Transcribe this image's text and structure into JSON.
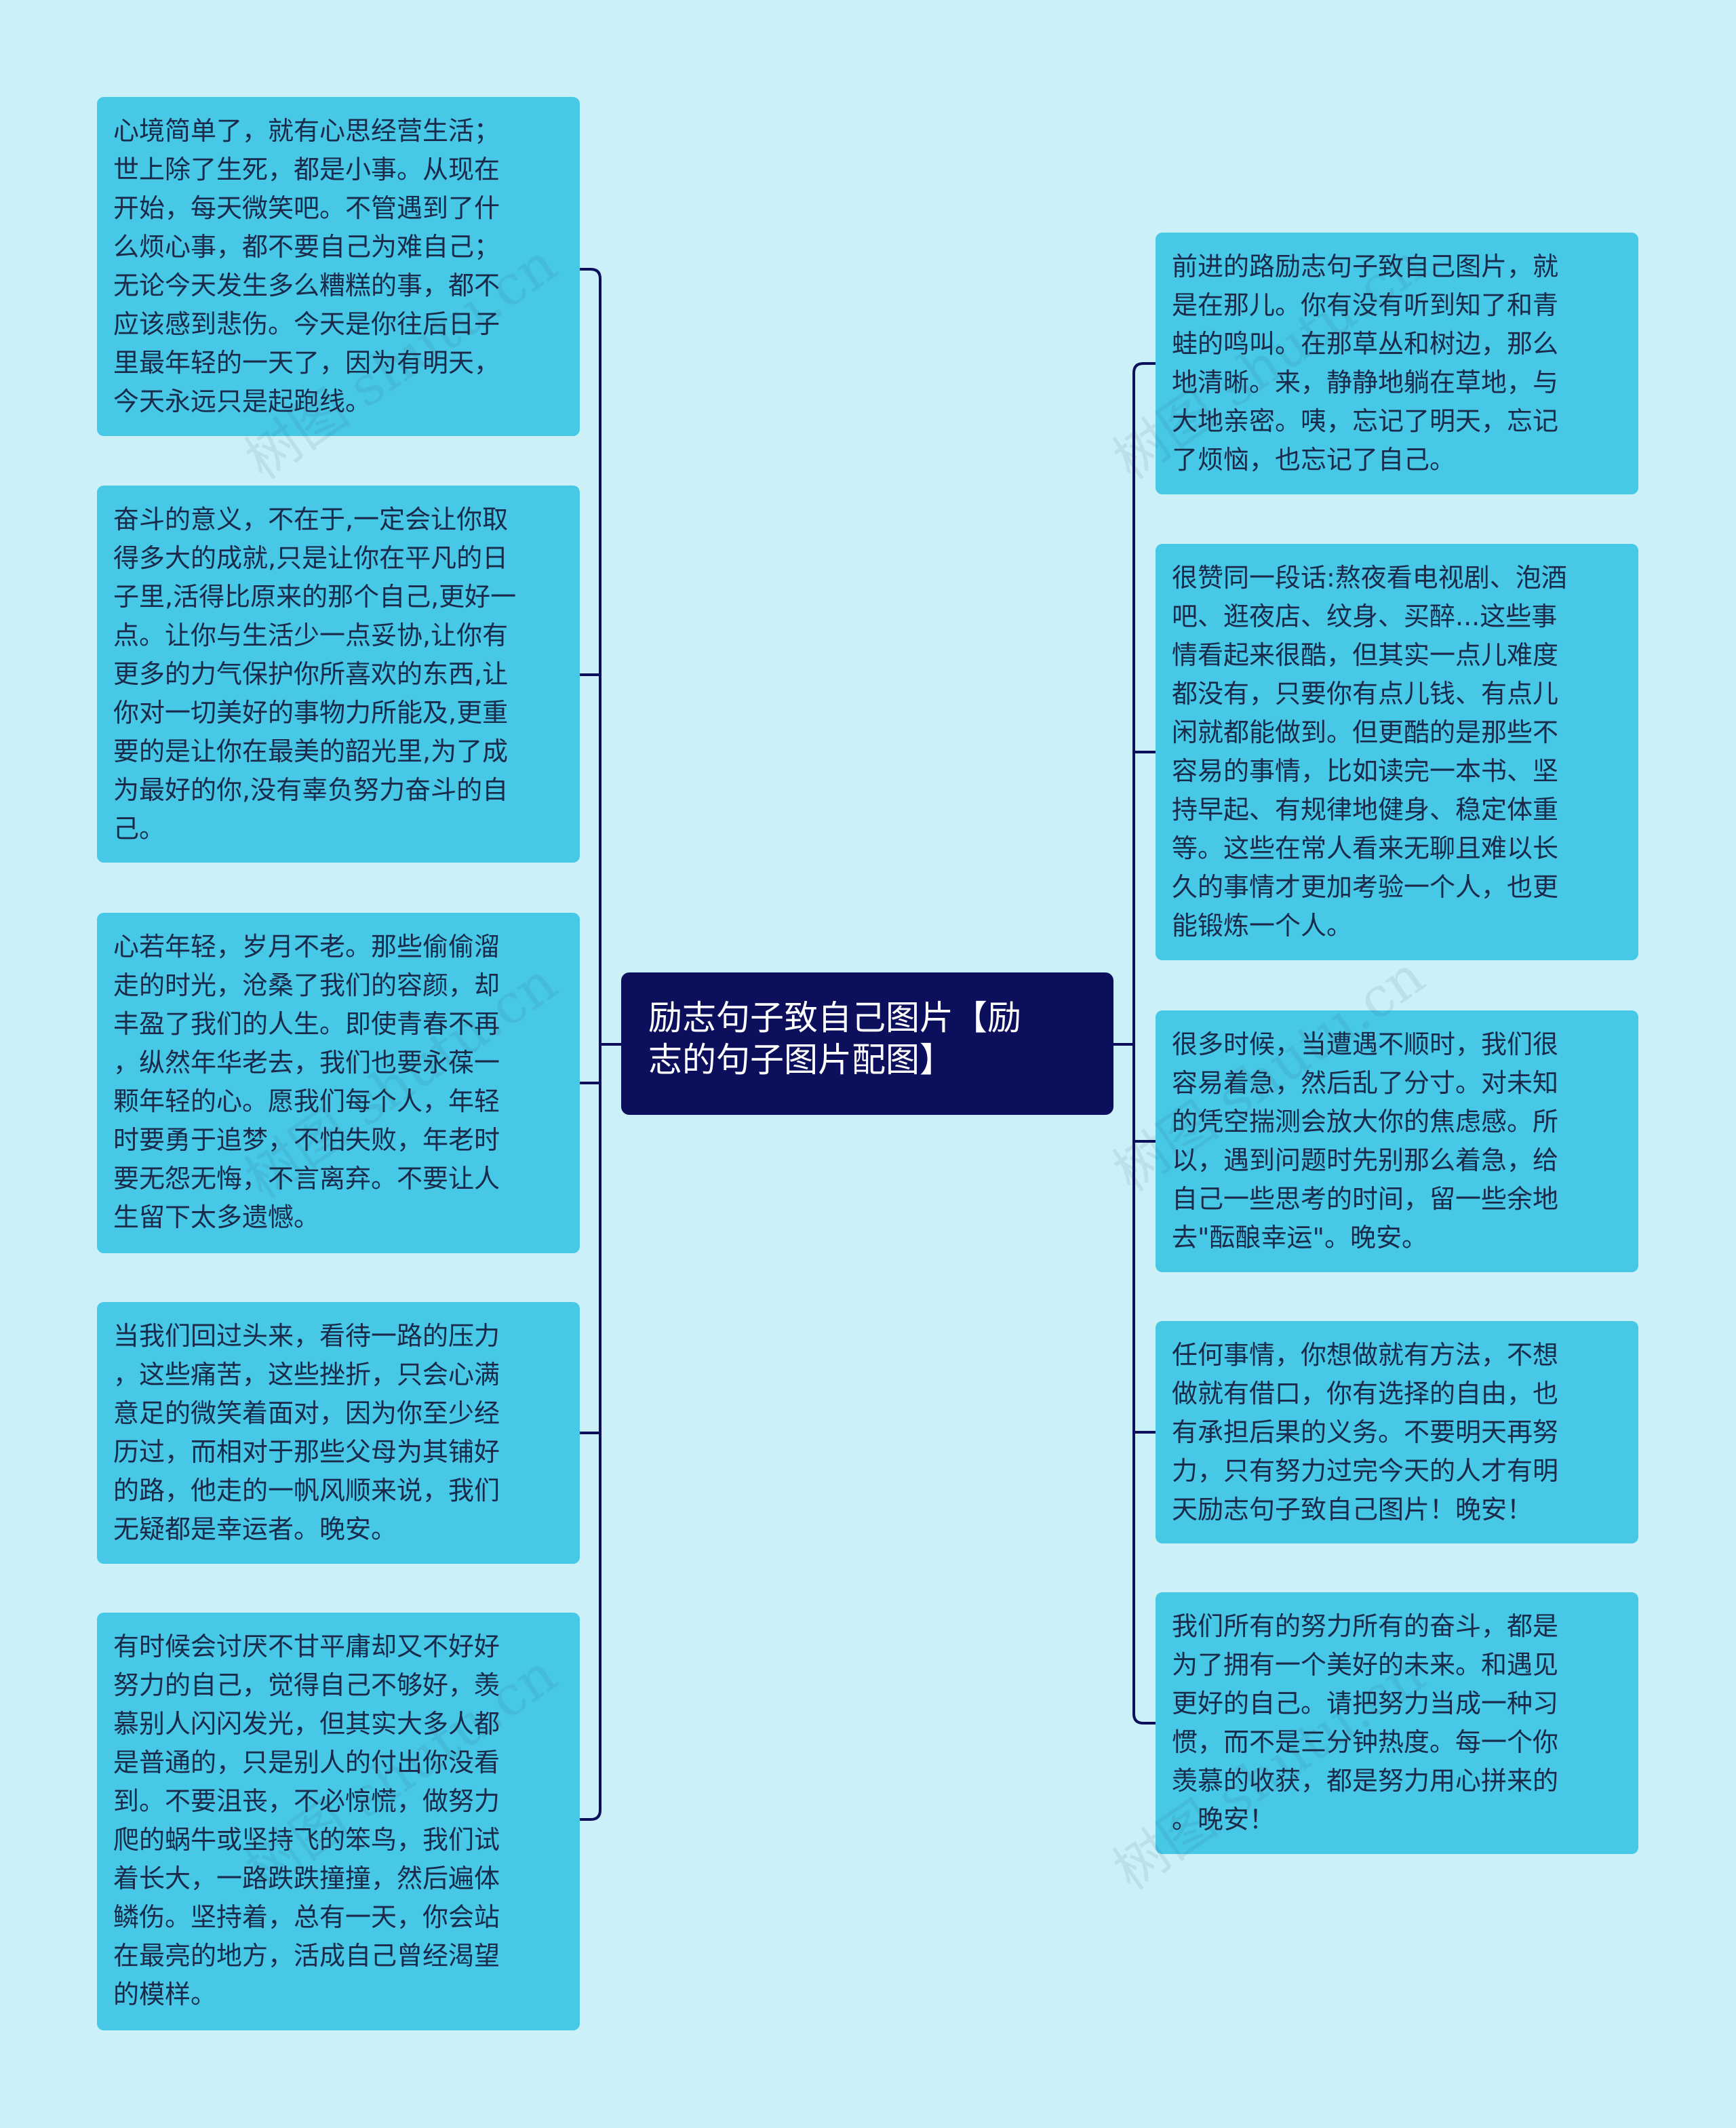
{
  "center": {
    "title": "励志句子致自己图片【励\n志的句子图片配图】"
  },
  "left_nodes": [
    "心境简单了，就有心思经营生活；\n世上除了生死，都是小事。从现在\n开始，每天微笑吧。不管遇到了什\n么烦心事，都不要自己为难自己；\n无论今天发生多么糟糕的事，都不\n应该感到悲伤。今天是你往后日子\n里最年轻的一天了，因为有明天，\n今天永远只是起跑线。",
    "奋斗的意义，不在于,一定会让你取\n得多大的成就,只是让你在平凡的日\n子里,活得比原来的那个自己,更好一\n点。让你与生活少一点妥协,让你有\n更多的力气保护你所喜欢的东西,让\n你对一切美好的事物力所能及,更重\n要的是让你在最美的韶光里,为了成\n为最好的你,没有辜负努力奋斗的自\n己。",
    "心若年轻，岁月不老。那些偷偷溜\n走的时光，沧桑了我们的容颜，却\n丰盈了我们的人生。即使青春不再\n，纵然年华老去，我们也要永葆一\n颗年轻的心。愿我们每个人，年轻\n时要勇于追梦，不怕失败，年老时\n要无怨无悔，不言离弃。不要让人\n生留下太多遗憾。",
    "当我们回过头来，看待一路的压力\n，这些痛苦，这些挫折，只会心满\n意足的微笑着面对，因为你至少经\n历过，而相对于那些父母为其铺好\n的路，他走的一帆风顺来说，我们\n无疑都是幸运者。晚安。",
    "有时候会讨厌不甘平庸却又不好好\n努力的自己，觉得自己不够好，羡\n慕别人闪闪发光，但其实大多人都\n是普通的，只是别人的付出你没看\n到。不要沮丧，不必惊慌，做努力\n爬的蜗牛或坚持飞的笨鸟，我们试\n着长大，一路跌跌撞撞，然后遍体\n鳞伤。坚持着，总有一天，你会站\n在最亮的地方，活成自己曾经渴望\n的模样。"
  ],
  "right_nodes": [
    "前进的路励志句子致自己图片，就\n是在那儿。你有没有听到知了和青\n蛙的鸣叫。在那草丛和树边，那么\n地清晰。来，静静地躺在草地，与\n大地亲密。咦，忘记了明天，忘记\n了烦恼，也忘记了自己。",
    "很赞同一段话:熬夜看电视剧、泡酒\n吧、逛夜店、纹身、买醉...这些事\n情看起来很酷，但其实一点儿难度\n都没有，只要你有点儿钱、有点儿\n闲就都能做到。但更酷的是那些不\n容易的事情，比如读完一本书、坚\n持早起、有规律地健身、稳定体重\n等。这些在常人看来无聊且难以长\n久的事情才更加考验一个人，也更\n能锻炼一个人。",
    "很多时候，当遭遇不顺时，我们很\n容易着急，然后乱了分寸。对未知\n的凭空揣测会放大你的焦虑感。所\n以，遇到问题时先别那么着急，给\n自己一些思考的时间，留一些余地\n去\"酝酿幸运\"。晚安。",
    "任何事情，你想做就有方法，不想\n做就有借口，你有选择的自由，也\n有承担后果的义务。不要明天再努\n力，只有努力过完今天的人才有明\n天励志句子致自己图片！晚安！",
    "我们所有的努力所有的奋斗，都是\n为了拥有一个美好的未来。和遇见\n更好的自己。请把努力当成一种习\n惯，而不是三分钟热度。每一个你\n羡慕的收获，都是努力用心拼来的\n。晚安！"
  ],
  "watermark": "树图 shutu.cn",
  "colors": {
    "background": "#cbf0f8",
    "node": "#47c8e6",
    "center": "#0b0f5c",
    "line": "#0b0f5c"
  }
}
